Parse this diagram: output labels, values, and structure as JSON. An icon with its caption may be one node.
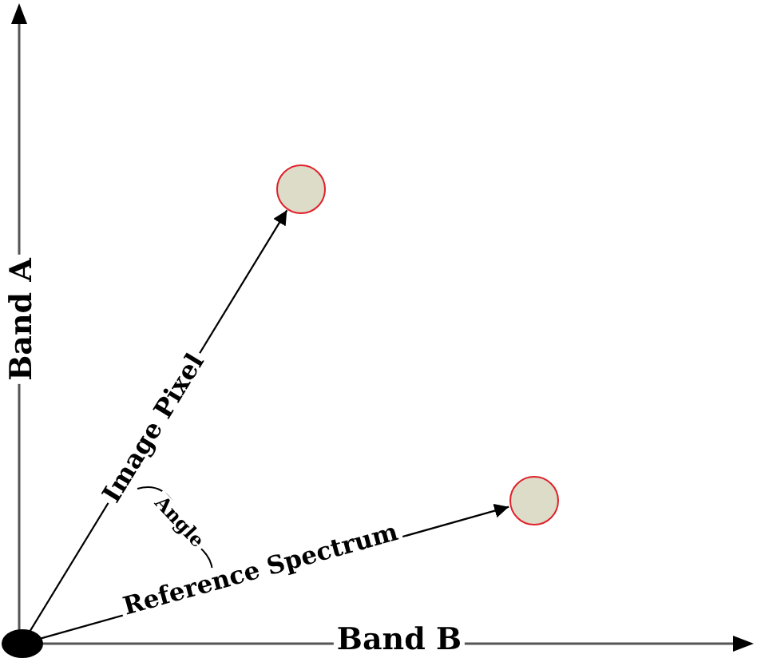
{
  "diagram": {
    "nodes": [
      {
        "text": [],
        "shape": "circle"
      },
      {
        "text": [],
        "shape": "circle"
      },
      {
        "text": [],
        "shape": "circle"
      }
    ],
    "edges": [
      {
        "from": 0,
        "to": 1,
        "arrow": "to",
        "label": "Image Pixel"
      },
      {
        "from": 0,
        "to": 2,
        "arrow": "to",
        "label": "Reference Spectrum"
      }
    ],
    "labels": [
      "Band A",
      "Band B",
      "Angle"
    ]
  }
}
